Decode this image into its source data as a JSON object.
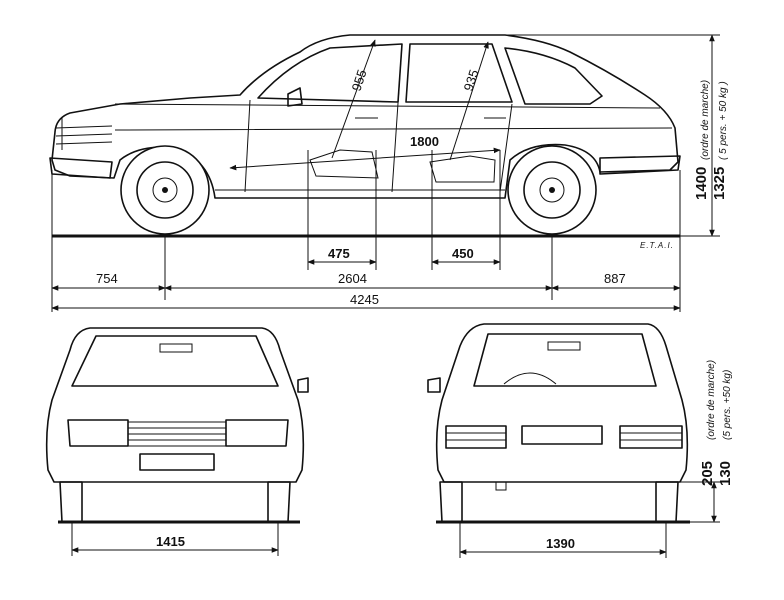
{
  "side_view": {
    "dims": {
      "front_overhang": "754",
      "wheelbase": "2604",
      "rear_overhang": "887",
      "overall_length": "4245",
      "front_seat_offset": "475",
      "rear_seat_offset": "450",
      "interior_length": "1800",
      "front_headroom": "955",
      "rear_headroom": "935",
      "height_kerb": "1400",
      "height_loaded": "1325"
    },
    "height_note_kerb": "(ordre de marche)",
    "height_note_loaded": "( 5 pers. + 50 kg )",
    "signature": "E.T.A.I."
  },
  "front_view": {
    "track_front": "1415"
  },
  "rear_view": {
    "track_rear": "1390",
    "ground_clearance_kerb": "205",
    "ground_clearance_loaded": "130",
    "note_kerb": "(ordre de marche)",
    "note_loaded": "(5 pers. +50 kg)"
  }
}
